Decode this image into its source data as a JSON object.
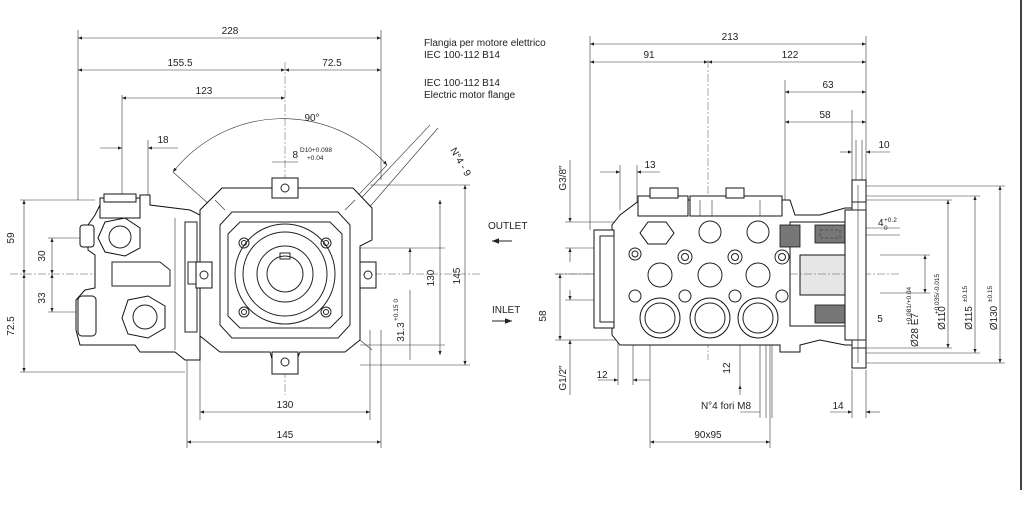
{
  "notes": {
    "flange_it_1": "Flangia per motore elettrico",
    "flange_it_2": "IEC 100-112 B14",
    "flange_en_1": "IEC 100-112 B14",
    "flange_en_2": "Electric motor flange"
  },
  "left_view": {
    "dim_228": "228",
    "dim_155_5": "155.5",
    "dim_72_5_top": "72.5",
    "dim_123": "123",
    "dim_18": "18",
    "angle_90": "90°",
    "key_8": "8",
    "key_tol": "D10+0.098/+0.04",
    "holes_4x9": "N°4 - 9",
    "dim_59": "59",
    "dim_30": "30",
    "dim_33": "33",
    "dim_72_5_left": "72.5",
    "dim_130_v": "130",
    "dim_145_v": "145",
    "dim_31_3": "31.3",
    "dim_31_3_tol": "+0.15/0",
    "dim_130_h": "130",
    "dim_145_h": "145"
  },
  "right_view": {
    "dim_213": "213",
    "dim_91": "91",
    "dim_122": "122",
    "dim_63": "63",
    "dim_58_top": "58",
    "dim_10": "10",
    "dim_13": "13",
    "thread_g38": "G3/8\"",
    "outlet": "OUTLET",
    "inlet": "INLET",
    "dim_4": "4",
    "dim_4_tol": "+0.2/0",
    "dim_58_left": "58",
    "thread_g12": "G1/2\"",
    "dim_12_h": "12",
    "dim_12_v": "12",
    "dim_5": "5",
    "holes_m8": "N°4 fori M8",
    "dim_14": "14",
    "dim_90x95": "90x95",
    "dia_28": "Ø28 E7",
    "dia_28_tol": "+0.081/+0.04",
    "dia_110": "Ø110",
    "dia_110_tol": "+0.035/-0.015",
    "dia_115": "Ø115",
    "dia_115_tol": "±0.15",
    "dia_130": "Ø130",
    "dia_130_tol": "±0.15"
  }
}
